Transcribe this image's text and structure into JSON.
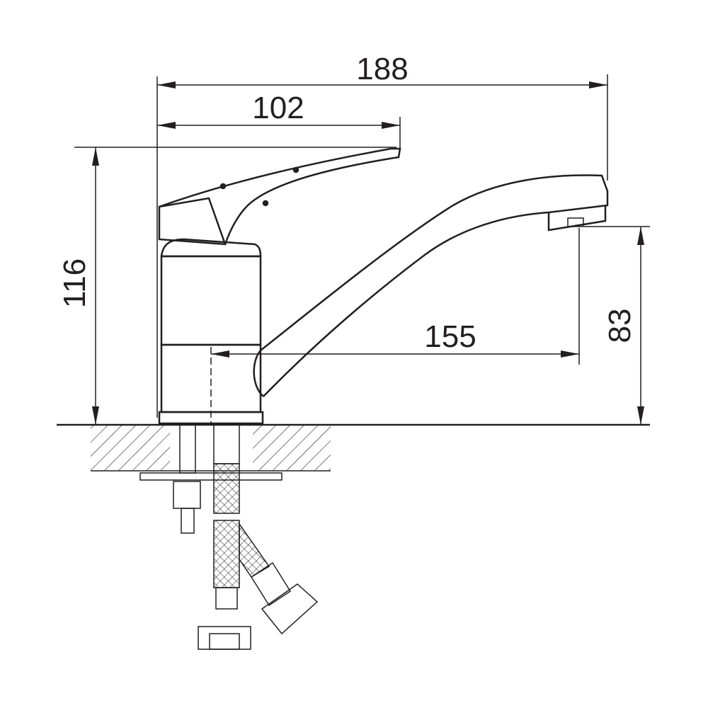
{
  "dimensions": {
    "overall_length": "188",
    "handle_reach": "102",
    "total_height": "116",
    "spout_height": "83",
    "spout_reach": "155"
  },
  "colors": {
    "line": "#231f20",
    "background": "#ffffff"
  }
}
